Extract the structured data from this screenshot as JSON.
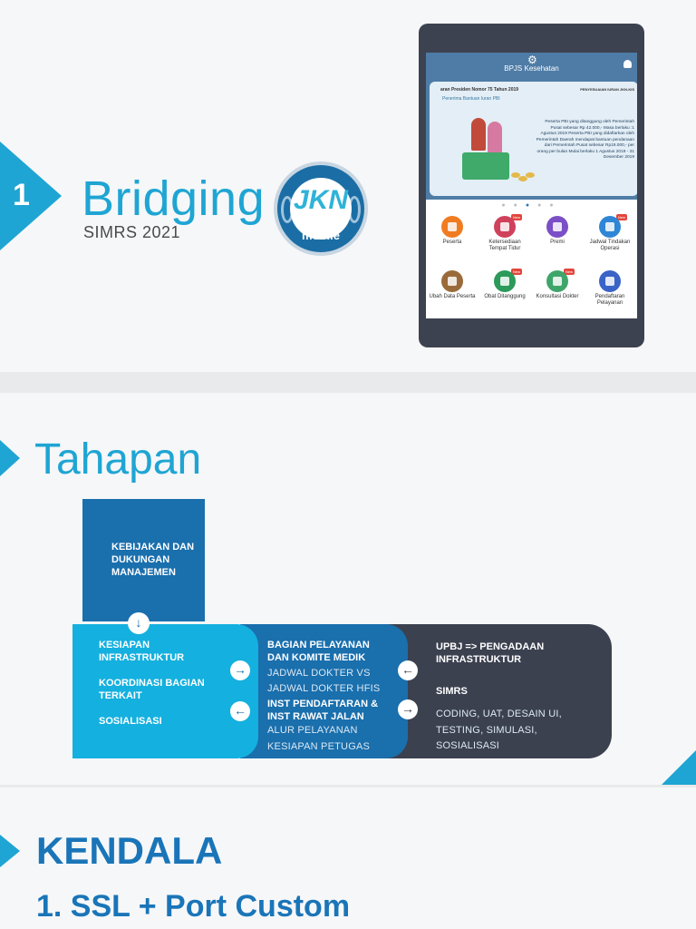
{
  "slide1": {
    "number": "1",
    "title": "Bridging",
    "subtitle": "SIMRS 2021",
    "logo_text": "JKN",
    "logo_sub": "mobile",
    "tablet": {
      "app_title": "BPJS Kesehatan",
      "banner_top": "aran Presiden Nomor 75 Tahun 2019",
      "banner_sub": "Penerima Bantuan Iuran PBI",
      "banner_right": "PENYESUAIAN IURAN JKN-KIS",
      "banner_text": "Peserta PBI yang ditanggung oleh Pemerintah Pusat sebesar Rp 42.000,- Masa berlaku :1 Agustus 2019 Peserta PBI yang didaftarkan oleh Pemerintah Daerah mendapat bantuan pendanaan dari Pemerintah Pusat sebesar Rp19.000,- per orang per bulan Mulai berlaku 1 Agustus 2019 - 31 Desember 2019",
      "menu": [
        {
          "label": "Peserta",
          "color": "#f07c22",
          "badge": ""
        },
        {
          "label": "Ketersediaan Tempat Tidur",
          "color": "#d0415c",
          "badge": "New"
        },
        {
          "label": "Premi",
          "color": "#7b4fc7",
          "badge": ""
        },
        {
          "label": "Jadwal Tindakan Operasi",
          "color": "#2f86d6",
          "badge": "New"
        },
        {
          "label": "Ubah Data Peserta",
          "color": "#9a6b3a",
          "badge": ""
        },
        {
          "label": "Obat Ditanggung",
          "color": "#2c9a5a",
          "badge": "New"
        },
        {
          "label": "Konsultasi Dokter",
          "color": "#3ea66b",
          "badge": "New"
        },
        {
          "label": "Pendaftaran Pelayanan",
          "color": "#3a63c7",
          "badge": ""
        }
      ]
    }
  },
  "slide2": {
    "title": "Tahapan",
    "top_box": "KEBIJAKAN DAN DUKUNGAN MANAJEMEN",
    "light_box": {
      "item1": "KESIAPAN INFRASTRUKTUR",
      "item2": "KOORDINASI BAGIAN TERKAIT",
      "item3": "SOSIALISASI"
    },
    "mid_box": {
      "heading1": "BAGIAN PELAYANAN DAN KOMITE MEDIK",
      "line1": "JADWAL DOKTER  VS",
      "line2": "JADWAL DOKTER HFIS",
      "heading2": "INST PENDAFTARAN & INST RAWAT JALAN",
      "line3": "ALUR PELAYANAN",
      "line4": "KESIAPAN PETUGAS"
    },
    "dark_box": {
      "heading1": "UPBJ => PENGADAAN INFRASTRUKTUR",
      "heading2": "SIMRS",
      "line1": "CODING, UAT, DESAIN UI,",
      "line2": "TESTING, SIMULASI,",
      "line3": "SOSIALISASI"
    }
  },
  "slide3": {
    "title": "KENDALA",
    "item1": "1. SSL + Port Custom"
  },
  "colors": {
    "accent": "#1fa5d3",
    "blue": "#1a6fad",
    "light_blue": "#14b0df",
    "dark": "#3c4150"
  }
}
